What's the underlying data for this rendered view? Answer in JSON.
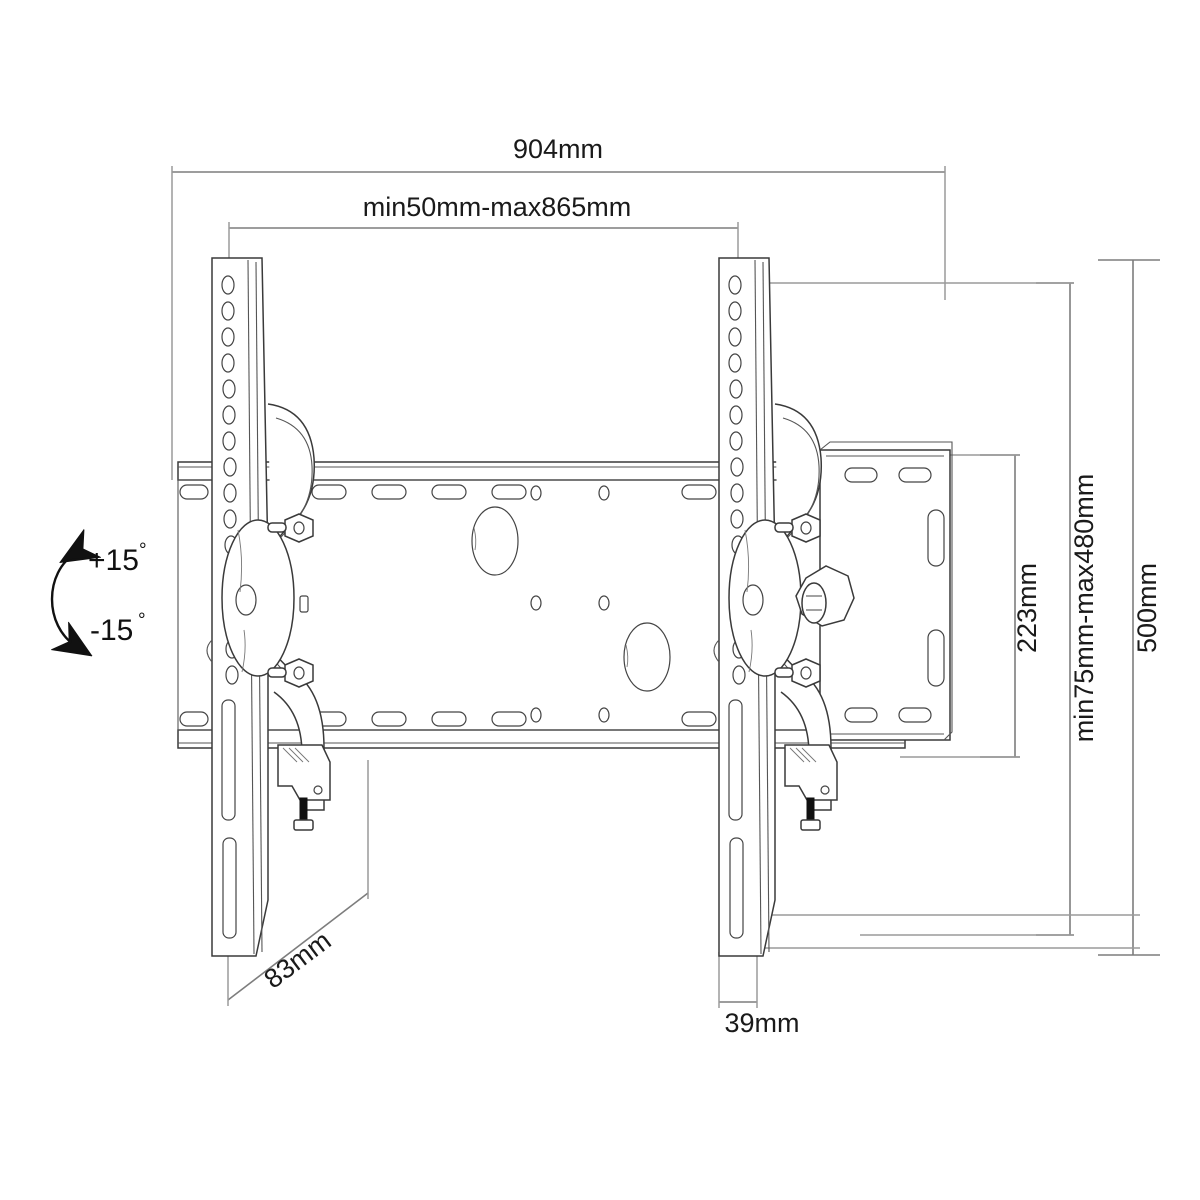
{
  "diagram": {
    "title": "TV wall mount tilting bracket dimensional drawing",
    "units": "mm",
    "line_color": "#3a3a3a",
    "dim_color": "#7d7d7d",
    "background": "#ffffff"
  },
  "dimensions": {
    "overall_width": "904mm",
    "mount_width_range": "min50mm-max865mm",
    "bracket_height": "223mm",
    "mount_height_range": "min75mm-max480mm",
    "overall_height": "500mm",
    "depth_diagonal": "83mm",
    "depth_plate": "39mm"
  },
  "tilt": {
    "up_label": "+15",
    "up_degree": "°",
    "down_label": "-15",
    "down_degree": "°"
  },
  "icons": {
    "tilt_up_arrow": "tilt-up-arrow-icon",
    "tilt_down_arrow": "tilt-down-arrow-icon"
  }
}
